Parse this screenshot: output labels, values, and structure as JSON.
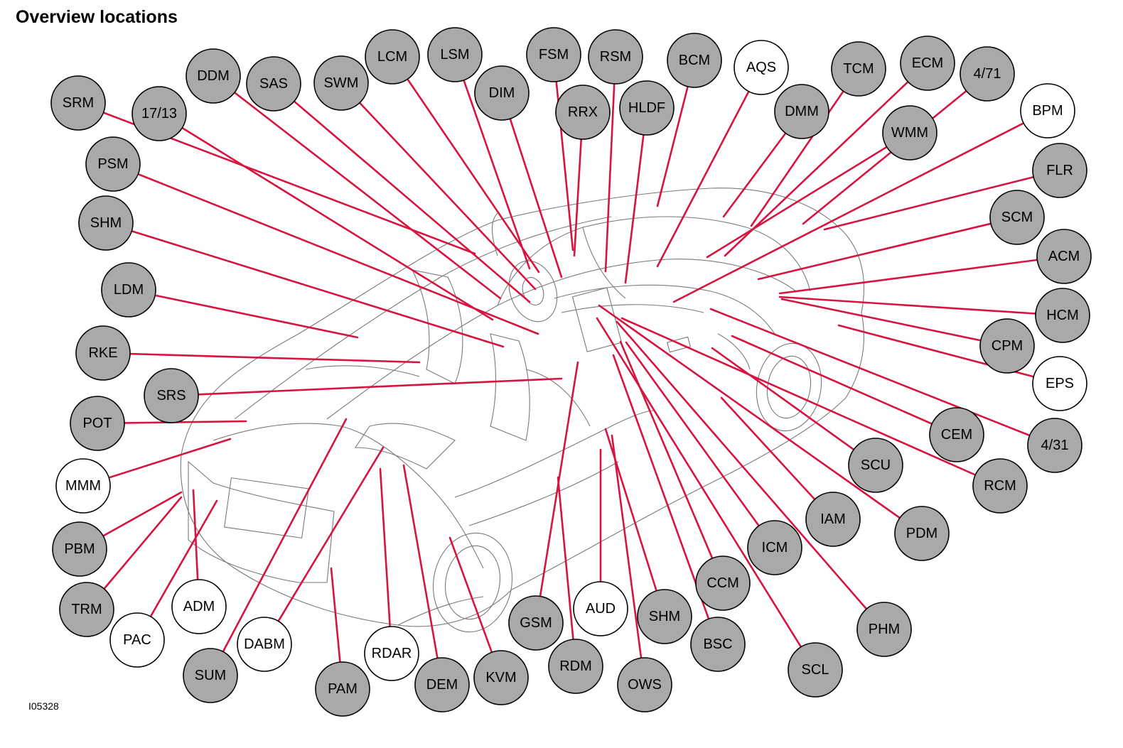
{
  "title": "Overview locations",
  "figure_id": "I05328",
  "colors": {
    "leader": "#d7143f",
    "module_grey": "#a9a9a9",
    "module_white": "#ffffff",
    "car_outline": "#7a7a7a"
  },
  "modules": [
    {
      "label": "SRM",
      "fill": "grey"
    },
    {
      "label": "17/13",
      "fill": "grey"
    },
    {
      "label": "DDM",
      "fill": "grey"
    },
    {
      "label": "SAS",
      "fill": "grey"
    },
    {
      "label": "SWM",
      "fill": "grey"
    },
    {
      "label": "LCM",
      "fill": "grey"
    },
    {
      "label": "LSM",
      "fill": "grey"
    },
    {
      "label": "DIM",
      "fill": "grey"
    },
    {
      "label": "FSM",
      "fill": "grey"
    },
    {
      "label": "RRX",
      "fill": "grey"
    },
    {
      "label": "RSM",
      "fill": "grey"
    },
    {
      "label": "HLDF",
      "fill": "grey"
    },
    {
      "label": "BCM",
      "fill": "grey"
    },
    {
      "label": "AQS",
      "fill": "white"
    },
    {
      "label": "DMM",
      "fill": "grey"
    },
    {
      "label": "TCM",
      "fill": "grey"
    },
    {
      "label": "ECM",
      "fill": "grey"
    },
    {
      "label": "WMM",
      "fill": "grey"
    },
    {
      "label": "4/71",
      "fill": "grey"
    },
    {
      "label": "BPM",
      "fill": "white"
    },
    {
      "label": "FLR",
      "fill": "grey"
    },
    {
      "label": "SCM",
      "fill": "grey"
    },
    {
      "label": "ACM",
      "fill": "grey"
    },
    {
      "label": "HCM",
      "fill": "grey"
    },
    {
      "label": "CPM",
      "fill": "grey"
    },
    {
      "label": "EPS",
      "fill": "white"
    },
    {
      "label": "4/31",
      "fill": "grey"
    },
    {
      "label": "CEM",
      "fill": "grey"
    },
    {
      "label": "RCM",
      "fill": "grey"
    },
    {
      "label": "SCU",
      "fill": "grey"
    },
    {
      "label": "PDM",
      "fill": "grey"
    },
    {
      "label": "IAM",
      "fill": "grey"
    },
    {
      "label": "ICM",
      "fill": "grey"
    },
    {
      "label": "PHM",
      "fill": "grey"
    },
    {
      "label": "CCM",
      "fill": "grey"
    },
    {
      "label": "SCL",
      "fill": "grey"
    },
    {
      "label": "BSC",
      "fill": "grey"
    },
    {
      "label": "SHM",
      "fill": "grey"
    },
    {
      "label": "OWS",
      "fill": "grey"
    },
    {
      "label": "AUD",
      "fill": "white"
    },
    {
      "label": "RDM",
      "fill": "grey"
    },
    {
      "label": "GSM",
      "fill": "grey"
    },
    {
      "label": "KVM",
      "fill": "grey"
    },
    {
      "label": "DEM",
      "fill": "grey"
    },
    {
      "label": "RDAR",
      "fill": "white"
    },
    {
      "label": "PAM",
      "fill": "grey"
    },
    {
      "label": "DABM",
      "fill": "white"
    },
    {
      "label": "SUM",
      "fill": "grey"
    },
    {
      "label": "PAC",
      "fill": "white"
    },
    {
      "label": "ADM",
      "fill": "white"
    },
    {
      "label": "TRM",
      "fill": "grey"
    },
    {
      "label": "PBM",
      "fill": "grey"
    },
    {
      "label": "MMM",
      "fill": "white"
    },
    {
      "label": "POT",
      "fill": "grey"
    },
    {
      "label": "SRS",
      "fill": "grey"
    },
    {
      "label": "RKE",
      "fill": "grey"
    },
    {
      "label": "LDM",
      "fill": "grey"
    },
    {
      "label": "SHM",
      "fill": "grey"
    },
    {
      "label": "PSM",
      "fill": "grey"
    }
  ]
}
